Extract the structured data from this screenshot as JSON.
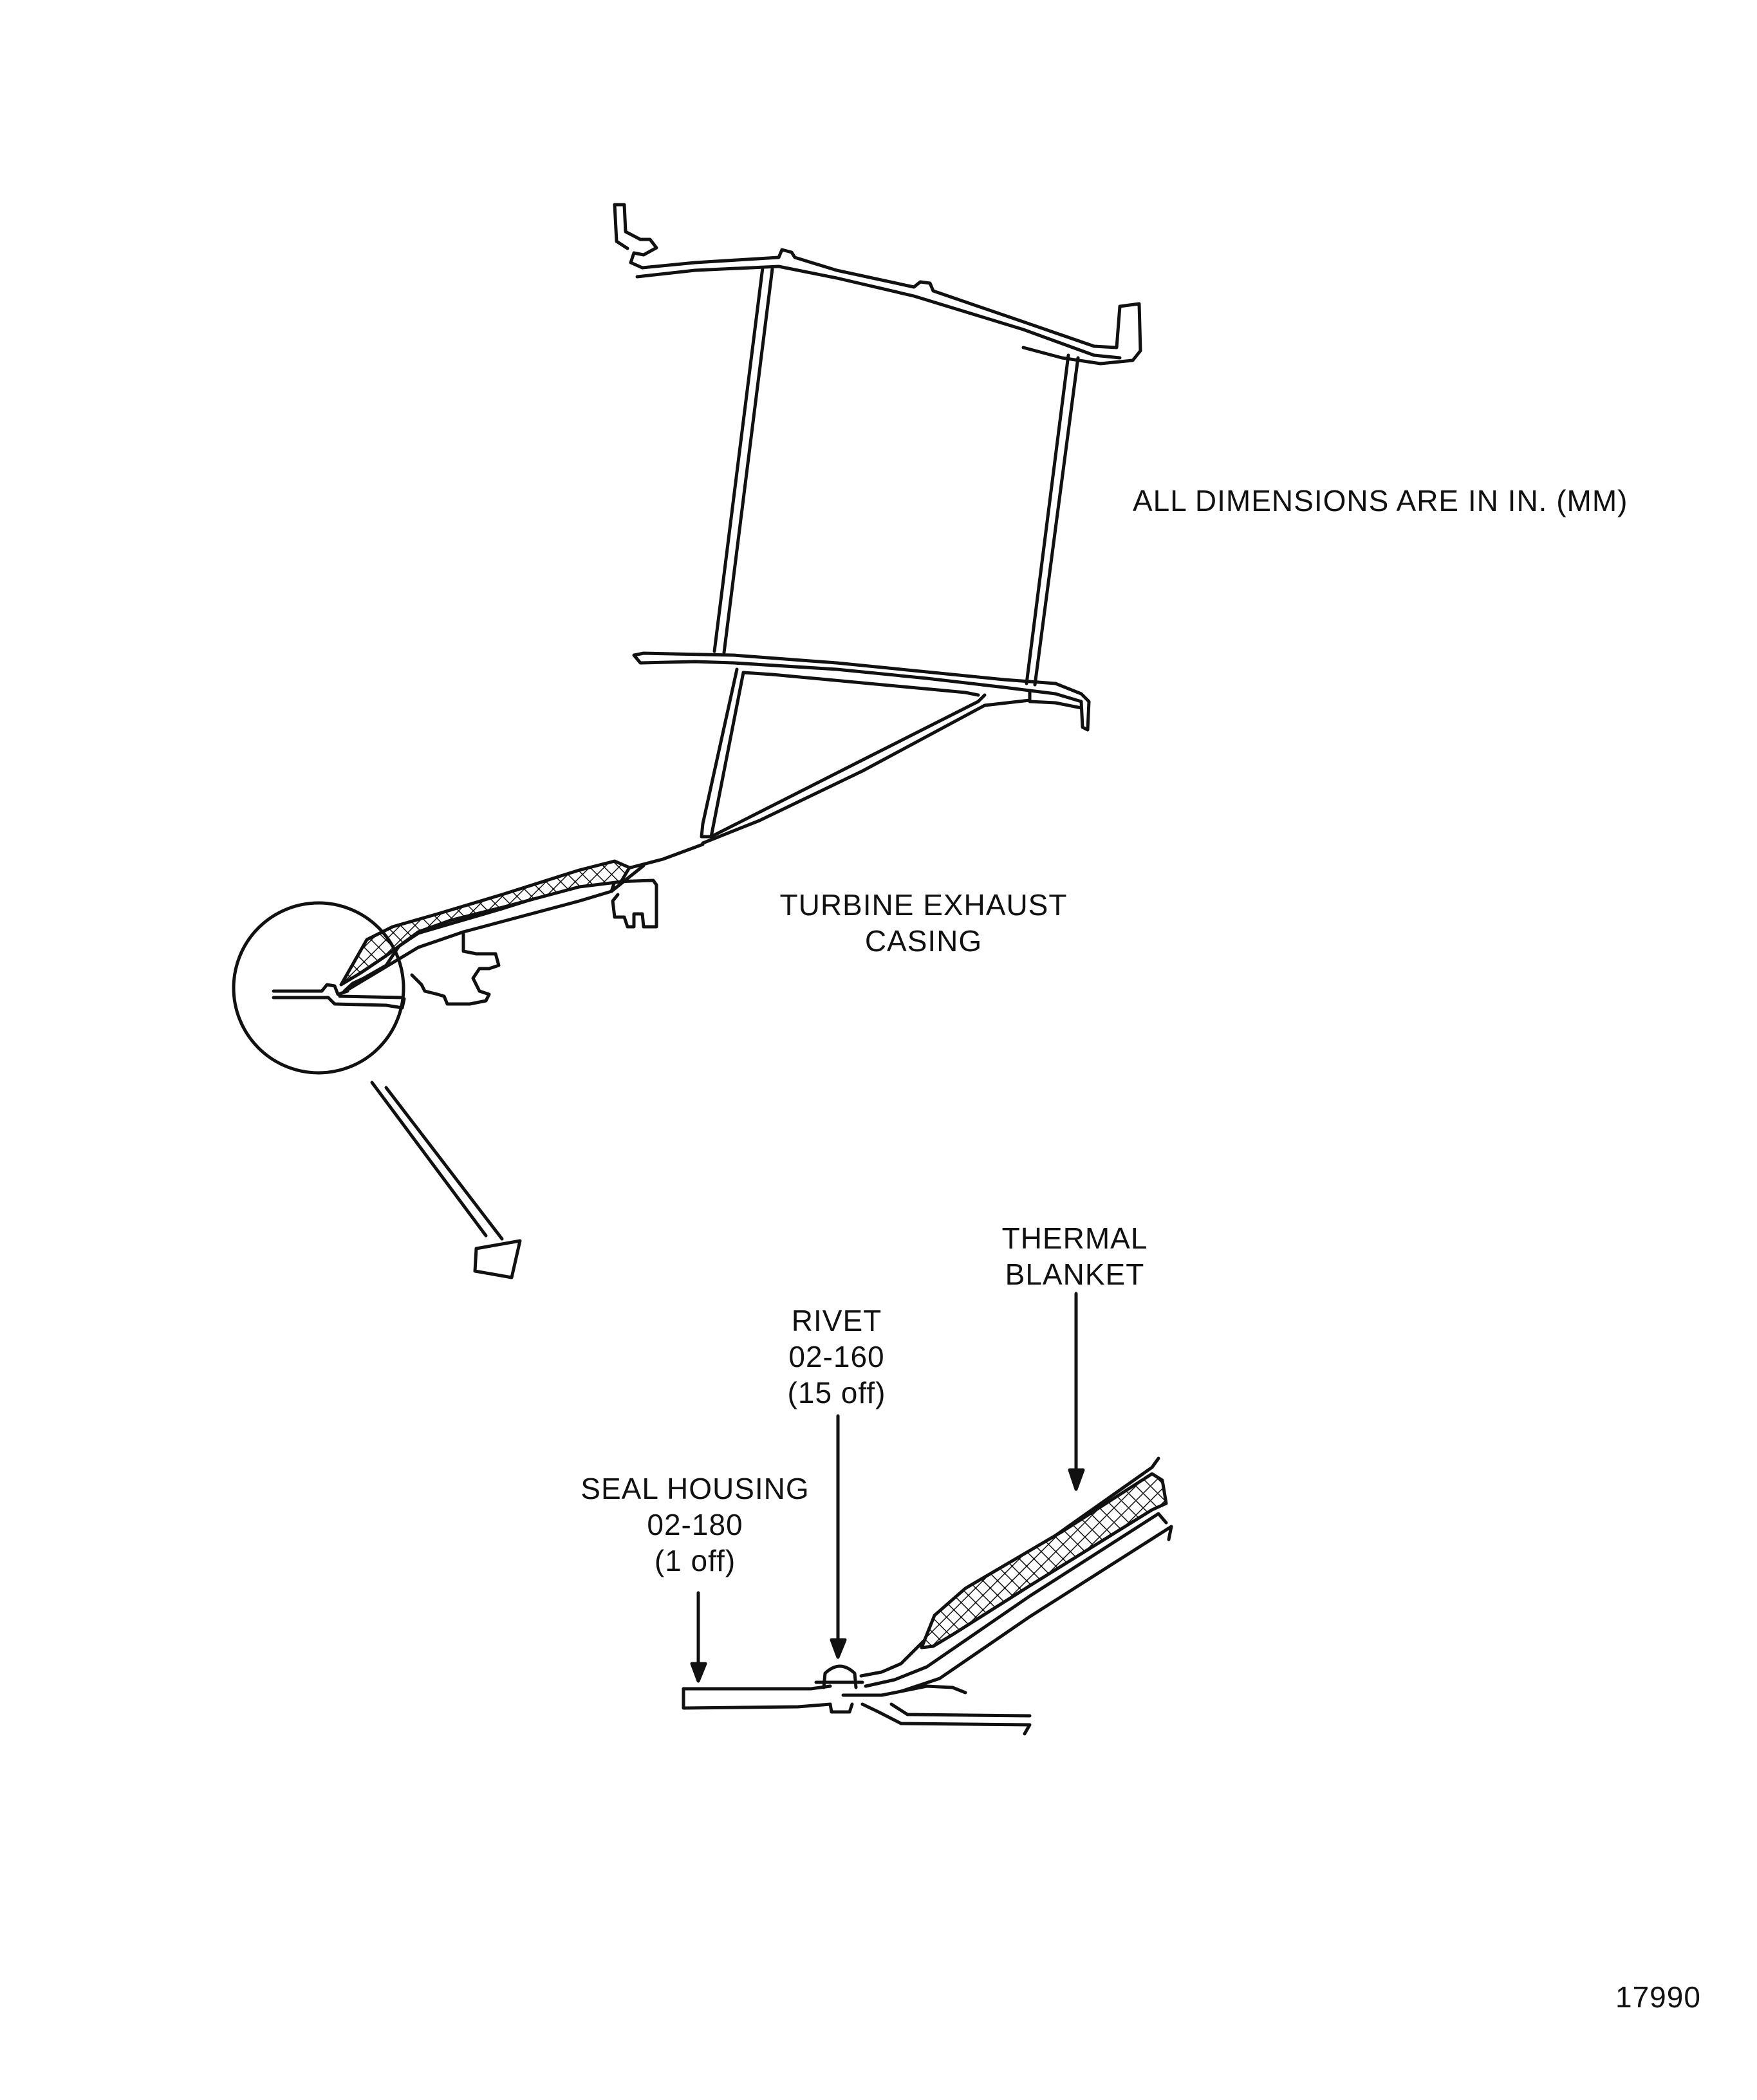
{
  "notes": {
    "dimensions": "ALL DIMENSIONS ARE IN IN. (MM)"
  },
  "labels": {
    "casing": [
      "TURBINE EXHAUST",
      "CASING"
    ],
    "thermal_blanket": [
      "THERMAL",
      "BLANKET"
    ],
    "rivet": [
      "RIVET",
      "02-160",
      "(15 off)"
    ],
    "seal_housing": [
      "SEAL HOUSING",
      "02-180",
      "(1 off)"
    ]
  },
  "figure_number": "17990",
  "colors": {
    "ink": "#111111",
    "paper": "#ffffff"
  }
}
